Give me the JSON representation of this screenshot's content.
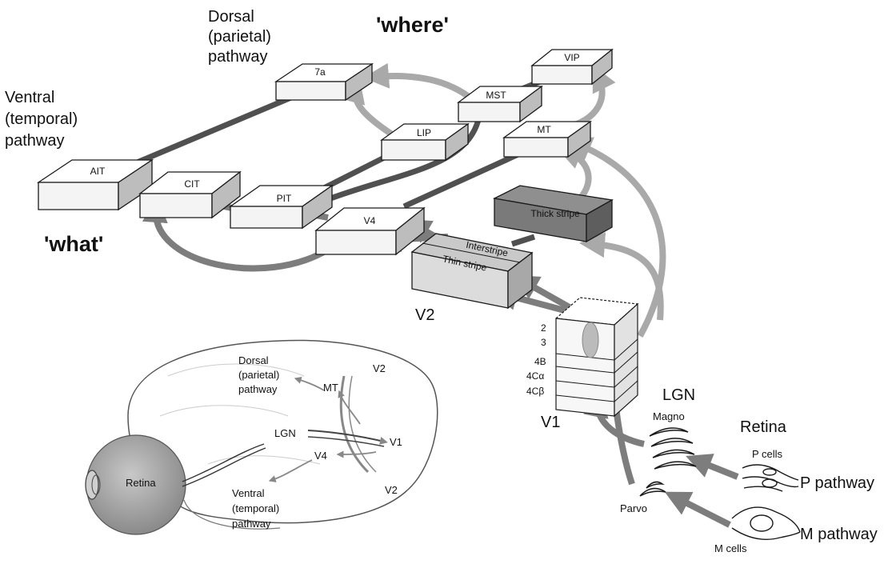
{
  "labels": {
    "dorsal_pathway_top": "Dorsal\n(parietal)\npathway",
    "ventral_pathway_top": "Ventral\n(temporal)\npathway",
    "where": "'where'",
    "what": "'what'",
    "v2_main": "V2",
    "v1_main": "V1",
    "lgn_main": "LGN",
    "retina_main": "Retina",
    "p_pathway": "P pathway",
    "m_pathway": "M pathway",
    "p_cells": "P cells",
    "m_cells": "M cells",
    "magno": "Magno",
    "parvo": "Parvo"
  },
  "areas": {
    "a7a": "7a",
    "vip": "VIP",
    "mst": "MST",
    "lip": "LIP",
    "mt": "MT",
    "ait": "AIT",
    "cit": "CIT",
    "pit": "PIT",
    "v4": "V4",
    "thick_stripe": "Thick stripe",
    "interstripe": "Interstripe",
    "thin_stripe": "Thin stripe"
  },
  "v1_layers": [
    "2",
    "3",
    "4B",
    "4Cα",
    "4Cβ"
  ],
  "brain_inset": {
    "dorsal": "Dorsal\n(parietal)\npathway",
    "ventral": "Ventral\n(temporal)\npathway",
    "mt": "MT",
    "v2_top": "V2",
    "v2_bottom": "V2",
    "lgn": "LGN",
    "v1": "V1",
    "v4": "V4",
    "retina": "Retina"
  }
}
